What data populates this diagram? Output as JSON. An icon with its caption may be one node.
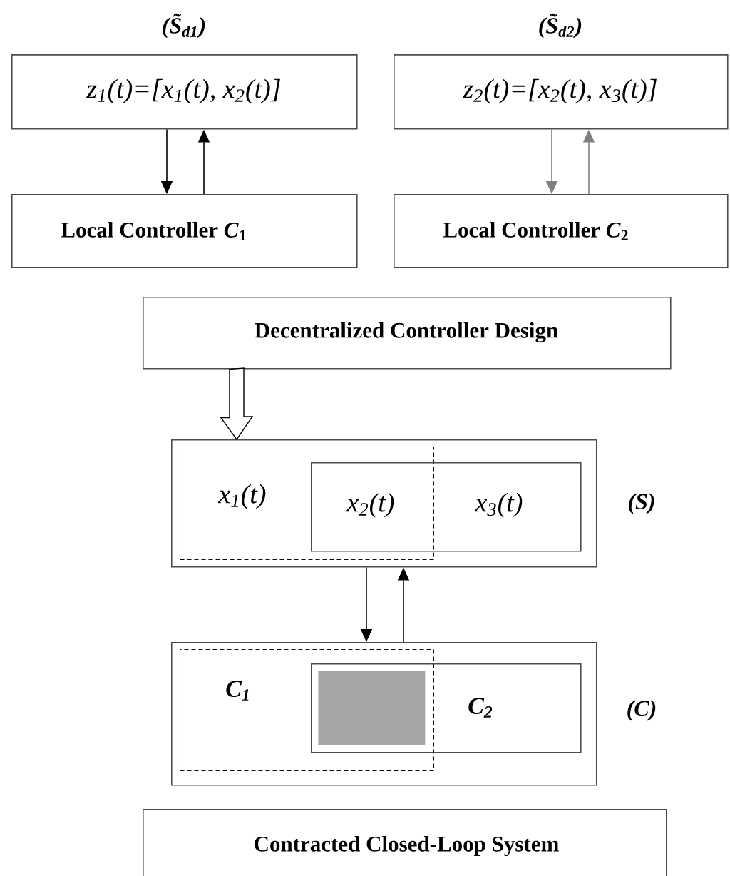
{
  "diagram": {
    "nodes": [
      {
        "text": [
          "z$_{1}$(t)=[x$_{1}$(t), x$_{2}$(t)]"
        ],
        "beside": [
          "(S̃$_{d1}$)"
        ]
      },
      {
        "text": [
          "z$_{2}$(t)=[x$_{2}$(t), x$_{3}$(t)]"
        ],
        "beside": [
          "(S̃$_{d2}$)"
        ]
      },
      {
        "text": [
          "Local Controller *C*$_{1}$"
        ]
      },
      {
        "text": [
          "Local Controller *C*$_{2}$"
        ]
      },
      {
        "text": [
          "Decentralized Controller Design"
        ]
      },
      {
        "text": [],
        "shape": "box",
        "beside": [
          "(*S*)"
        ]
      },
      {
        "text": [
          "x$_{1}$(t)"
        ],
        "in": 5
      },
      {
        "text": [
          "x$_{2}$(t)",
          "x$_{3}$(t)"
        ],
        "in": 5
      },
      {
        "text": [],
        "shape": "box",
        "beside": [
          "(*C*)"
        ]
      },
      {
        "text": [
          "C$_{1}$"
        ],
        "in": 8
      },
      {
        "text": [
          "C$_{2}$"
        ],
        "in": 8
      },
      {
        "text": [],
        "shape": "box"
      },
      {
        "text": [
          "Contracted Closed-Loop System"
        ]
      }
    ],
    "edges": [
      {
        "from": 0,
        "to": 2,
        "arrow": "to"
      },
      {
        "from": 2,
        "to": 0,
        "arrow": "to"
      },
      {
        "from": 1,
        "to": 3,
        "arrow": "to",
        "color": "#7f7f7f"
      },
      {
        "from": 3,
        "to": 1,
        "arrow": "to",
        "color": "#7f7f7f"
      },
      {
        "from": 4,
        "to": 5,
        "arrow": "to",
        "style": "thick"
      },
      {
        "from": 5,
        "to": 8,
        "arrow": "to"
      },
      {
        "from": 8,
        "to": 5,
        "arrow": "to"
      }
    ]
  }
}
